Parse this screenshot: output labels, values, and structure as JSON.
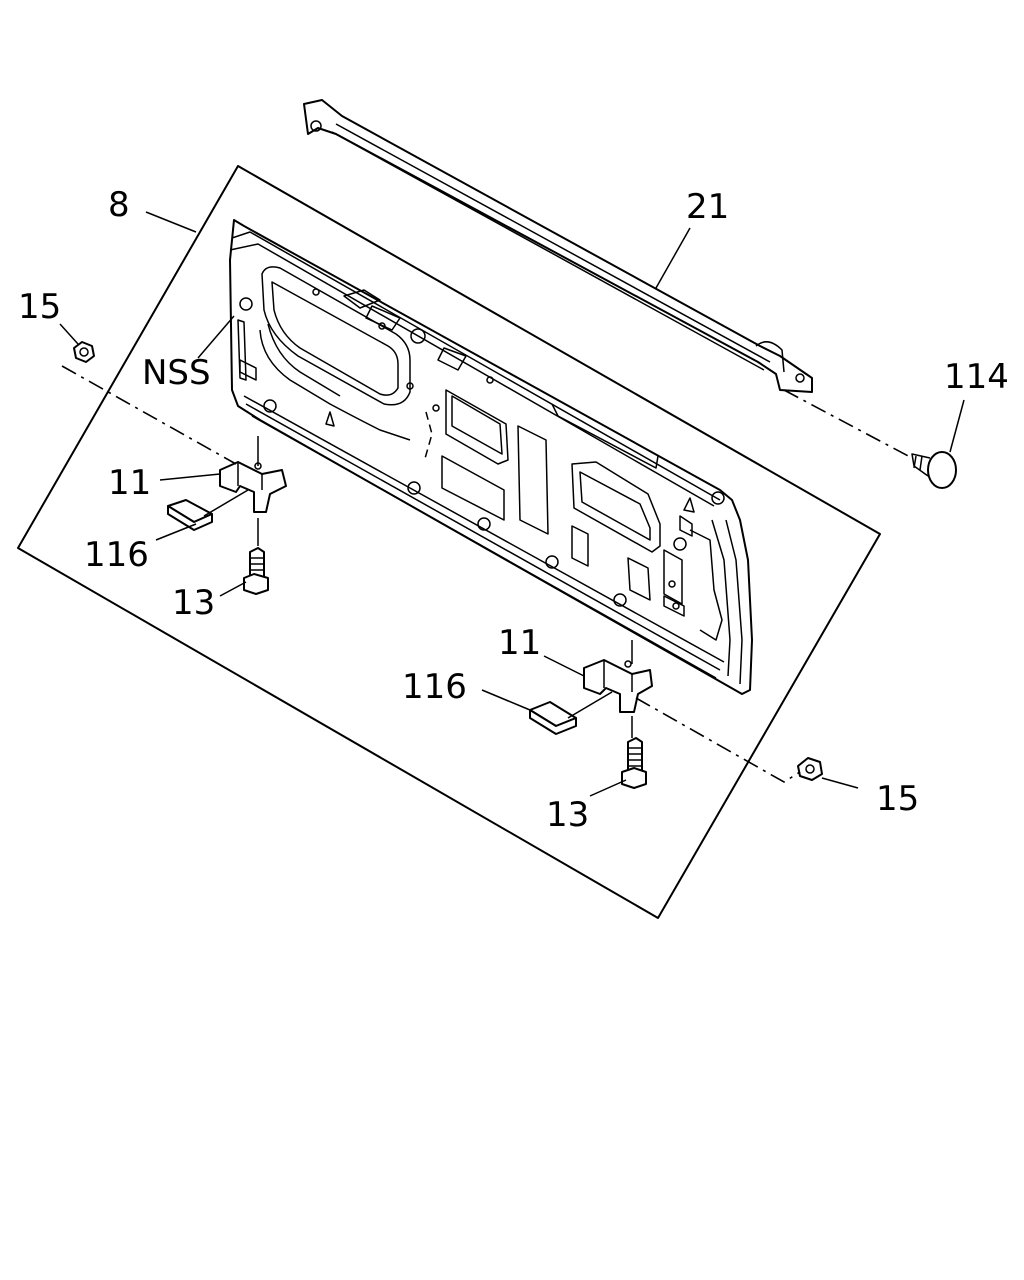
{
  "diagram": {
    "callouts": [
      {
        "id": "c8",
        "label": "8"
      },
      {
        "id": "c21",
        "label": "21"
      },
      {
        "id": "c15a",
        "label": "15"
      },
      {
        "id": "cNSS",
        "label": "NSS"
      },
      {
        "id": "c114",
        "label": "114"
      },
      {
        "id": "c11a",
        "label": "11"
      },
      {
        "id": "c116a",
        "label": "116"
      },
      {
        "id": "c13a",
        "label": "13"
      },
      {
        "id": "c11b",
        "label": "11"
      },
      {
        "id": "c116b",
        "label": "116"
      },
      {
        "id": "c13b",
        "label": "13"
      },
      {
        "id": "c15b",
        "label": "15"
      }
    ]
  }
}
